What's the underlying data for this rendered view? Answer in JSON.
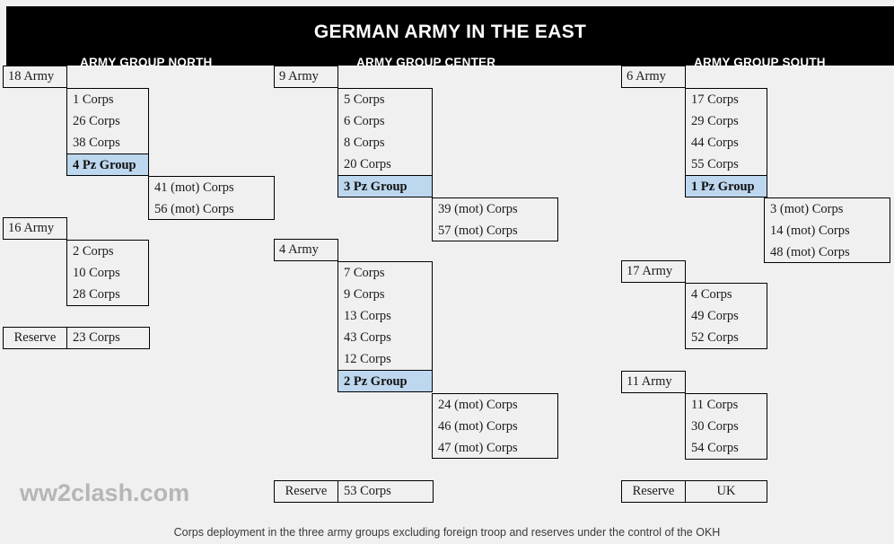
{
  "header": {
    "title": "GERMAN ARMY IN THE EAST",
    "groups": [
      {
        "label": "ARMY GROUP NORTH"
      },
      {
        "label": "ARMY GROUP CENTER"
      },
      {
        "label": "ARMY GROUP SOUTH"
      }
    ]
  },
  "north": {
    "army18": {
      "name": "18 Army",
      "corps": [
        {
          "label": "1 Corps",
          "pz": false
        },
        {
          "label": "26 Corps",
          "pz": false
        },
        {
          "label": "38 Corps",
          "pz": false
        },
        {
          "label": "4 Pz Group",
          "pz": true
        }
      ],
      "mot": [
        {
          "label": "41 (mot) Corps"
        },
        {
          "label": "56 (mot) Corps"
        }
      ]
    },
    "army16": {
      "name": "16 Army",
      "corps": [
        {
          "label": "2 Corps",
          "pz": false
        },
        {
          "label": "10 Corps",
          "pz": false
        },
        {
          "label": "28 Corps",
          "pz": false
        }
      ]
    },
    "reserve": {
      "label": "Reserve",
      "value": "23 Corps"
    }
  },
  "center": {
    "army9": {
      "name": "9 Army",
      "corps": [
        {
          "label": "5 Corps",
          "pz": false
        },
        {
          "label": "6 Corps",
          "pz": false
        },
        {
          "label": "8 Corps",
          "pz": false
        },
        {
          "label": "20 Corps",
          "pz": false
        },
        {
          "label": "3 Pz Group",
          "pz": true
        }
      ],
      "mot": [
        {
          "label": "39 (mot) Corps"
        },
        {
          "label": "57 (mot) Corps"
        }
      ]
    },
    "army4": {
      "name": "4 Army",
      "corps": [
        {
          "label": "7 Corps",
          "pz": false
        },
        {
          "label": "9 Corps",
          "pz": false
        },
        {
          "label": "13 Corps",
          "pz": false
        },
        {
          "label": "43 Corps",
          "pz": false
        },
        {
          "label": "12 Corps",
          "pz": false
        },
        {
          "label": "2 Pz Group",
          "pz": true
        }
      ],
      "mot": [
        {
          "label": "24 (mot) Corps"
        },
        {
          "label": "46 (mot) Corps"
        },
        {
          "label": "47 (mot) Corps"
        }
      ]
    },
    "reserve": {
      "label": "Reserve",
      "value": "53 Corps"
    }
  },
  "south": {
    "army6": {
      "name": "6 Army",
      "corps": [
        {
          "label": "17 Corps",
          "pz": false
        },
        {
          "label": "29 Corps",
          "pz": false
        },
        {
          "label": "44 Corps",
          "pz": false
        },
        {
          "label": "55 Corps",
          "pz": false
        },
        {
          "label": "1 Pz Group",
          "pz": true
        }
      ],
      "mot": [
        {
          "label": "3 (mot) Corps"
        },
        {
          "label": "14 (mot) Corps"
        },
        {
          "label": "48 (mot) Corps"
        }
      ]
    },
    "army17": {
      "name": "17 Army",
      "corps": [
        {
          "label": "4 Corps",
          "pz": false
        },
        {
          "label": "49 Corps",
          "pz": false
        },
        {
          "label": "52 Corps",
          "pz": false
        }
      ]
    },
    "army11": {
      "name": "11 Army",
      "corps": [
        {
          "label": "11 Corps",
          "pz": false
        },
        {
          "label": "30 Corps",
          "pz": false
        },
        {
          "label": "54 Corps",
          "pz": false
        }
      ]
    },
    "reserve": {
      "label": "Reserve",
      "value": "UK"
    }
  },
  "watermark": "ww2clash.com",
  "footer": "Corps deployment in the three army groups excluding foreign troop and reserves under the control of the OKH",
  "colors": {
    "header_bg": "#000000",
    "pz_highlight": "#bdd7ee",
    "page_bg": "#f0f0f0",
    "watermark": "#b6b6b6"
  }
}
